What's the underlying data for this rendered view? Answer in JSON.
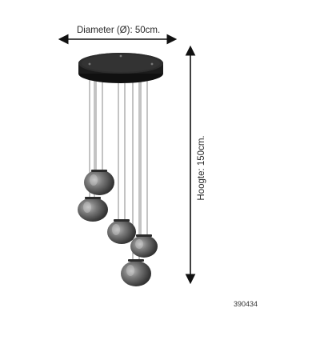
{
  "dimensions": {
    "diameter_label": "Diameter (Ø): 50cm.",
    "height_label": "Hoogte: 150cm."
  },
  "product": {
    "code": "390434",
    "canopy_color": "#2a2a2a",
    "shade_color": "#5a5a5a",
    "shade_count": 5
  }
}
